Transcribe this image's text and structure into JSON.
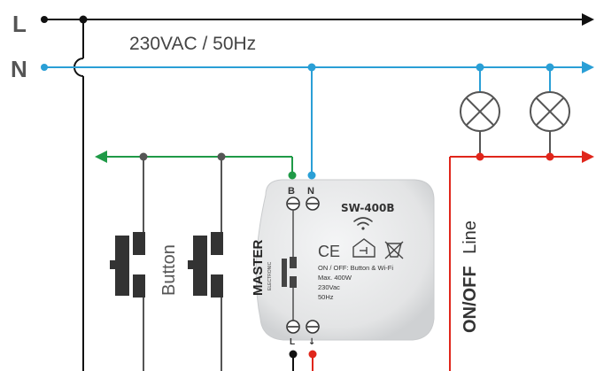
{
  "lines": {
    "l_label": "L",
    "n_label": "N",
    "voltage_label": "230VAC / 50Hz"
  },
  "buttons": {
    "label": "Button"
  },
  "onoff": {
    "label_bold": "ON/OFF",
    "label_regular": "Line"
  },
  "module": {
    "model": "SW-400B",
    "terminal_b": "B",
    "terminal_n": "N",
    "terminal_l": "L",
    "terminal_out": "↓",
    "brand": "MASTER",
    "brand_sub": "ELECTRONIC",
    "spec_line1": "ON / OFF: Button & Wi-Fi",
    "spec_line2": "Max. 400W",
    "spec_line3": "230Vac",
    "spec_line4": "50Hz",
    "ce_mark": "CE"
  },
  "colors": {
    "live": "#111111",
    "neutral": "#2a9fd6",
    "switched": "#e0261b",
    "button_wire": "#1f9a47",
    "device_body": "#e6e7e8",
    "button_body": "#333333"
  }
}
